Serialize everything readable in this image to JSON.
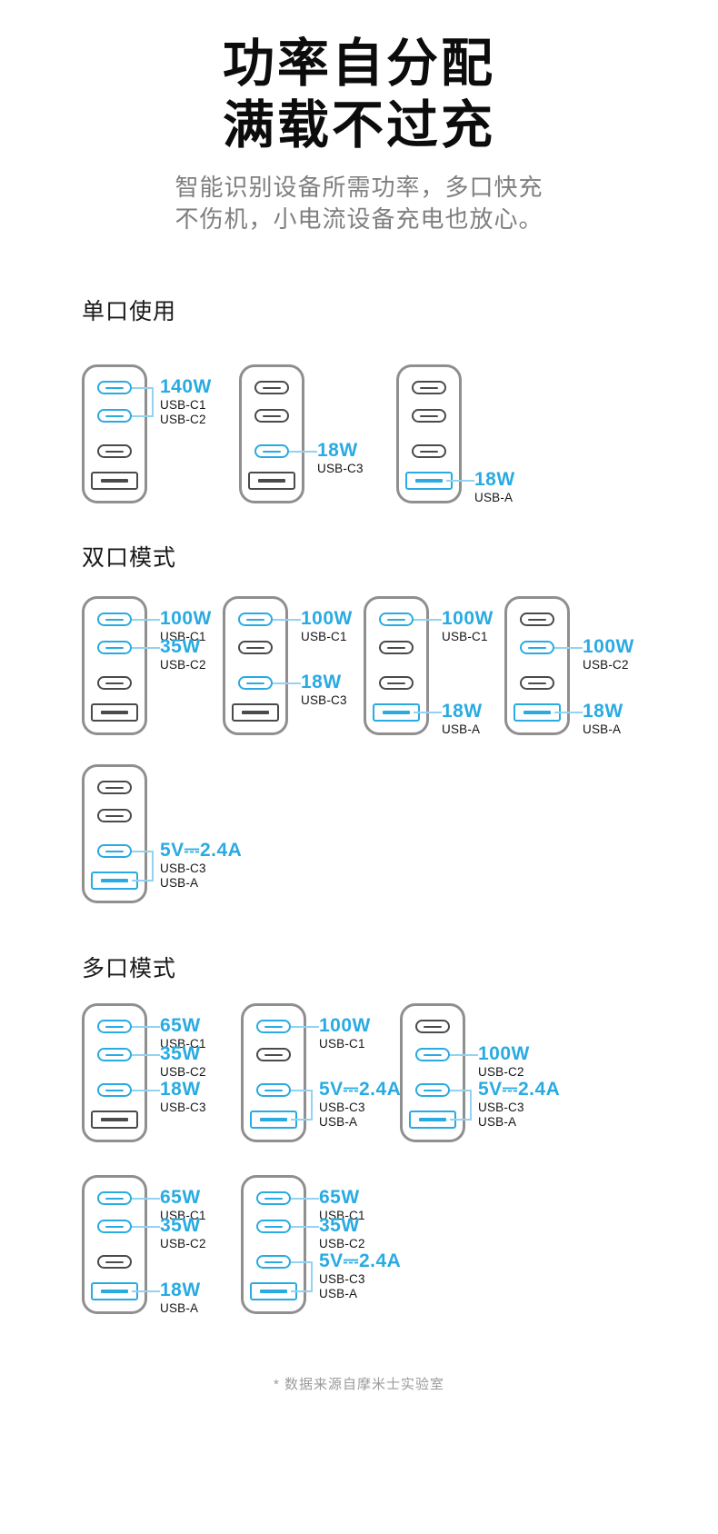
{
  "page": {
    "title_line1": "功率自分配",
    "title_line2": "满载不过充",
    "subtitle_line1": "智能识别设备所需功率，多口快充",
    "subtitle_line2": "不伤机，小电流设备充电也放心。",
    "footer_note": "* 数据来源自摩米士实验室"
  },
  "colors": {
    "accent": "#29ABE2",
    "inactive_port": "#4A4A4A",
    "charger_outline": "#8F8F8F",
    "connector_line": "#93D2F1"
  },
  "sections": [
    {
      "title": "单口使用",
      "rows": [
        [
          {
            "ports": [
              {
                "type": "usb-c",
                "active": true
              },
              {
                "type": "usb-c",
                "active": true
              },
              {
                "type": "usb-c",
                "active": false
              },
              {
                "type": "usb-a",
                "active": false
              }
            ],
            "annotations": [
              {
                "watt": "140W",
                "lines": [
                  "USB-C1",
                  "USB-C2"
                ],
                "attach": [
                  0,
                  1
                ]
              }
            ]
          },
          {
            "ports": [
              {
                "type": "usb-c",
                "active": false
              },
              {
                "type": "usb-c",
                "active": false
              },
              {
                "type": "usb-c",
                "active": true
              },
              {
                "type": "usb-a",
                "active": false
              }
            ],
            "annotations": [
              {
                "watt": "18W",
                "lines": [
                  "USB-C3"
                ],
                "attach": [
                  2
                ]
              }
            ]
          },
          {
            "ports": [
              {
                "type": "usb-c",
                "active": false
              },
              {
                "type": "usb-c",
                "active": false
              },
              {
                "type": "usb-c",
                "active": false
              },
              {
                "type": "usb-a",
                "active": true
              }
            ],
            "annotations": [
              {
                "watt": "18W",
                "lines": [
                  "USB-A"
                ],
                "attach": [
                  3
                ]
              }
            ]
          }
        ]
      ]
    },
    {
      "title": "双口模式",
      "rows": [
        [
          {
            "ports": [
              {
                "type": "usb-c",
                "active": true
              },
              {
                "type": "usb-c",
                "active": true
              },
              {
                "type": "usb-c",
                "active": false
              },
              {
                "type": "usb-a",
                "active": false
              }
            ],
            "annotations": [
              {
                "watt": "100W",
                "lines": [
                  "USB-C1"
                ],
                "attach": [
                  0
                ]
              },
              {
                "watt": "35W",
                "lines": [
                  "USB-C2"
                ],
                "attach": [
                  1
                ]
              }
            ]
          },
          {
            "ports": [
              {
                "type": "usb-c",
                "active": true
              },
              {
                "type": "usb-c",
                "active": false
              },
              {
                "type": "usb-c",
                "active": true
              },
              {
                "type": "usb-a",
                "active": false
              }
            ],
            "annotations": [
              {
                "watt": "100W",
                "lines": [
                  "USB-C1"
                ],
                "attach": [
                  0
                ]
              },
              {
                "watt": "18W",
                "lines": [
                  "USB-C3"
                ],
                "attach": [
                  2
                ]
              }
            ]
          },
          {
            "ports": [
              {
                "type": "usb-c",
                "active": true
              },
              {
                "type": "usb-c",
                "active": false
              },
              {
                "type": "usb-c",
                "active": false
              },
              {
                "type": "usb-a",
                "active": true
              }
            ],
            "annotations": [
              {
                "watt": "100W",
                "lines": [
                  "USB-C1"
                ],
                "attach": [
                  0
                ]
              },
              {
                "watt": "18W",
                "lines": [
                  "USB-A"
                ],
                "attach": [
                  3
                ]
              }
            ]
          },
          {
            "ports": [
              {
                "type": "usb-c",
                "active": false
              },
              {
                "type": "usb-c",
                "active": true
              },
              {
                "type": "usb-c",
                "active": false
              },
              {
                "type": "usb-a",
                "active": true
              }
            ],
            "annotations": [
              {
                "watt": "100W",
                "lines": [
                  "USB-C2"
                ],
                "attach": [
                  1
                ]
              },
              {
                "watt": "18W",
                "lines": [
                  "USB-A"
                ],
                "attach": [
                  3
                ]
              }
            ]
          }
        ],
        [
          {
            "ports": [
              {
                "type": "usb-c",
                "active": false
              },
              {
                "type": "usb-c",
                "active": false
              },
              {
                "type": "usb-c",
                "active": true
              },
              {
                "type": "usb-a",
                "active": true
              }
            ],
            "annotations": [
              {
                "watt": "5V⎓2.4A",
                "lines": [
                  "USB-C3",
                  "USB-A"
                ],
                "attach": [
                  2,
                  3
                ]
              }
            ]
          }
        ]
      ]
    },
    {
      "title": "多口模式",
      "rows": [
        [
          {
            "ports": [
              {
                "type": "usb-c",
                "active": true
              },
              {
                "type": "usb-c",
                "active": true
              },
              {
                "type": "usb-c",
                "active": true
              },
              {
                "type": "usb-a",
                "active": false
              }
            ],
            "annotations": [
              {
                "watt": "65W",
                "lines": [
                  "USB-C1"
                ],
                "attach": [
                  0
                ]
              },
              {
                "watt": "35W",
                "lines": [
                  "USB-C2"
                ],
                "attach": [
                  1
                ]
              },
              {
                "watt": "18W",
                "lines": [
                  "USB-C3"
                ],
                "attach": [
                  2
                ]
              }
            ]
          },
          {
            "ports": [
              {
                "type": "usb-c",
                "active": true
              },
              {
                "type": "usb-c",
                "active": false
              },
              {
                "type": "usb-c",
                "active": true
              },
              {
                "type": "usb-a",
                "active": true
              }
            ],
            "annotations": [
              {
                "watt": "100W",
                "lines": [
                  "USB-C1"
                ],
                "attach": [
                  0
                ]
              },
              {
                "watt": "5V⎓2.4A",
                "lines": [
                  "USB-C3",
                  "USB-A"
                ],
                "attach": [
                  2,
                  3
                ]
              }
            ]
          },
          {
            "ports": [
              {
                "type": "usb-c",
                "active": false
              },
              {
                "type": "usb-c",
                "active": true
              },
              {
                "type": "usb-c",
                "active": true
              },
              {
                "type": "usb-a",
                "active": true
              }
            ],
            "annotations": [
              {
                "watt": "100W",
                "lines": [
                  "USB-C2"
                ],
                "attach": [
                  1
                ]
              },
              {
                "watt": "5V⎓2.4A",
                "lines": [
                  "USB-C3",
                  "USB-A"
                ],
                "attach": [
                  2,
                  3
                ]
              }
            ]
          }
        ],
        [
          {
            "ports": [
              {
                "type": "usb-c",
                "active": true
              },
              {
                "type": "usb-c",
                "active": true
              },
              {
                "type": "usb-c",
                "active": false
              },
              {
                "type": "usb-a",
                "active": true
              }
            ],
            "annotations": [
              {
                "watt": "65W",
                "lines": [
                  "USB-C1"
                ],
                "attach": [
                  0
                ]
              },
              {
                "watt": "35W",
                "lines": [
                  "USB-C2"
                ],
                "attach": [
                  1
                ]
              },
              {
                "watt": "18W",
                "lines": [
                  "USB-A"
                ],
                "attach": [
                  3
                ]
              }
            ]
          },
          {
            "ports": [
              {
                "type": "usb-c",
                "active": true
              },
              {
                "type": "usb-c",
                "active": true
              },
              {
                "type": "usb-c",
                "active": true
              },
              {
                "type": "usb-a",
                "active": true
              }
            ],
            "annotations": [
              {
                "watt": "65W",
                "lines": [
                  "USB-C1"
                ],
                "attach": [
                  0
                ]
              },
              {
                "watt": "35W",
                "lines": [
                  "USB-C2"
                ],
                "attach": [
                  1
                ]
              },
              {
                "watt": "5V⎓2.4A",
                "lines": [
                  "USB-C3",
                  "USB-A"
                ],
                "attach": [
                  2,
                  3
                ]
              }
            ]
          }
        ]
      ]
    }
  ]
}
